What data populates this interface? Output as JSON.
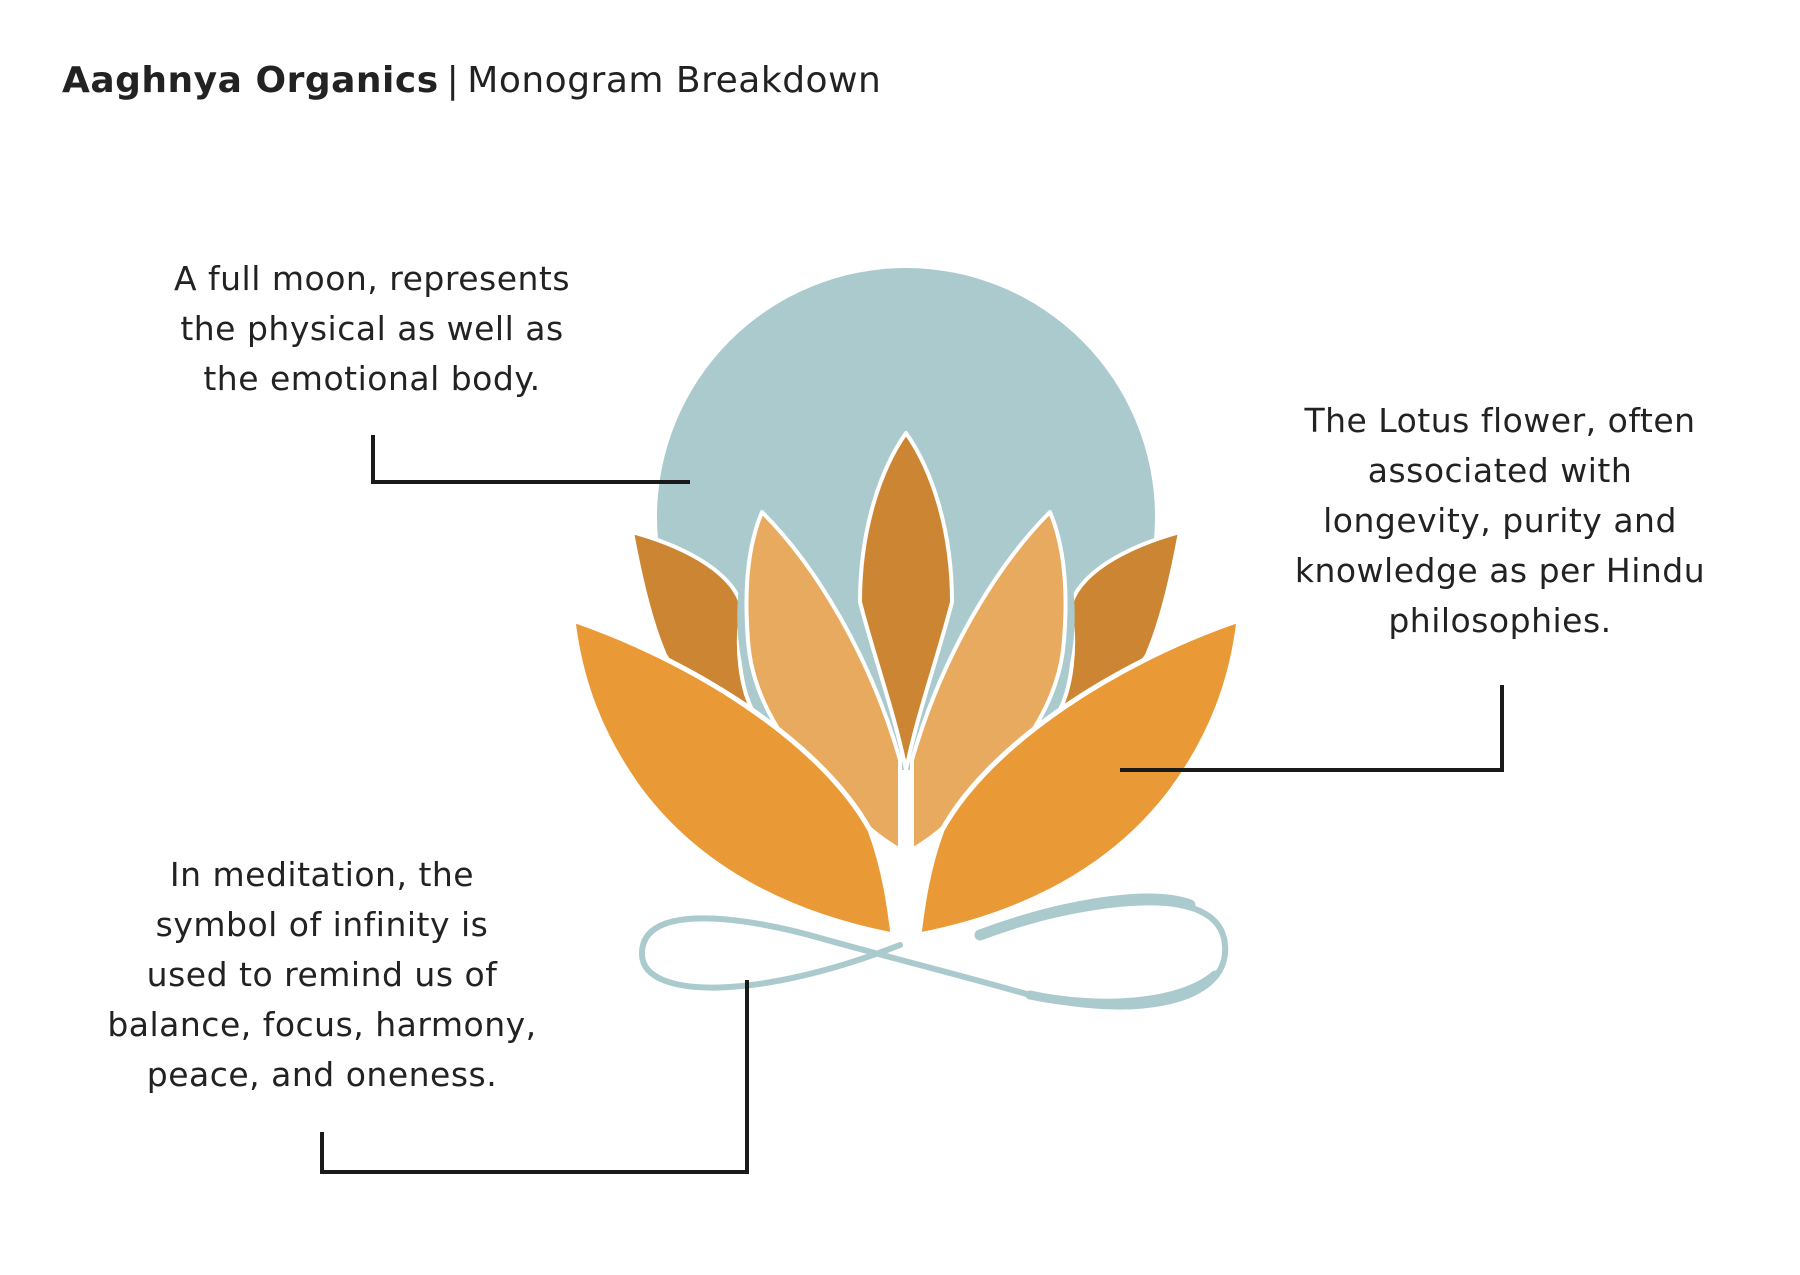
{
  "title": {
    "brand": "Aaghnya Organics",
    "separator": "|",
    "subtitle": "Monogram Breakdown"
  },
  "annotations": {
    "moon": {
      "lines": [
        "A full moon, represents",
        "the physical as well as",
        "the emotional body."
      ]
    },
    "lotus": {
      "lines": [
        "The Lotus flower, often",
        "associated with",
        "longevity, purity and",
        "knowledge as per Hindu",
        "philosophies."
      ]
    },
    "infinity": {
      "lines": [
        "In meditation, the",
        "symbol of infinity is",
        "used to remind us of",
        "balance, focus, harmony,",
        "peace, and oneness."
      ]
    }
  },
  "colors": {
    "moon": "#abcace",
    "petal_dark": "#cc8532",
    "petal_light": "#e8aa5e",
    "petal_orange": "#e99a36",
    "leader_line": "#1a1a1a"
  }
}
